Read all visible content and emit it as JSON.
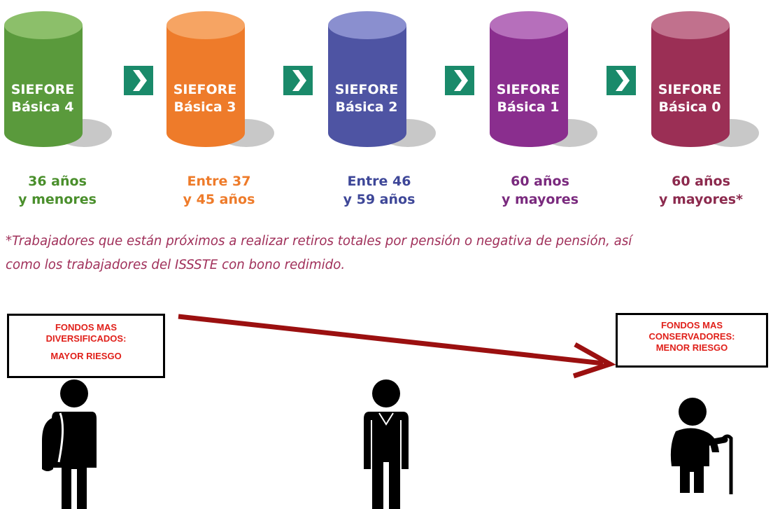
{
  "funds": [
    {
      "line1": "SIEFORE",
      "line2": "Básica 4",
      "color": "#5a9a3c",
      "top_color": "#8cbf6a",
      "age_line1": "36 años",
      "age_line2": "y menores",
      "age_color": "#4a8f2c"
    },
    {
      "line1": "SIEFORE",
      "line2": "Básica 3",
      "color": "#ee7b2a",
      "top_color": "#f6a463",
      "age_line1": "Entre 37",
      "age_line2": "y 45 años",
      "age_color": "#ee7b2a"
    },
    {
      "line1": "SIEFORE",
      "line2": "Básica 2",
      "color": "#4e54a3",
      "top_color": "#8a8fcf",
      "age_line1": "Entre 46",
      "age_line2": "y 59 años",
      "age_color": "#3e4798"
    },
    {
      "line1": "SIEFORE",
      "line2": "Básica 1",
      "color": "#8a2e8e",
      "top_color": "#b66fbb",
      "age_line1": "60 años",
      "age_line2": "y mayores",
      "age_color": "#7a2a7e"
    },
    {
      "line1": "SIEFORE",
      "line2": "Básica 0",
      "color": "#9b2f55",
      "top_color": "#c1718d",
      "age_line1": "60 años",
      "age_line2": "y mayores*",
      "age_color": "#8c2a4e"
    }
  ],
  "arrow_color": "#1a8a6a",
  "footnote_line1": "*Trabajadores que están próximos a realizar retiros totales por pensión o negativa de pensión, así",
  "footnote_line2": "como los trabajadores del ISSSTE con bono redimido.",
  "left_box": {
    "line1": "FONDOS MAS",
    "line2": "DIVERSIFICADOS:",
    "line3": "MAYOR RIESGO"
  },
  "right_box": {
    "line1": "FONDOS MAS",
    "line2": "CONSERVADORES:",
    "line3": "MENOR RIESGO"
  },
  "risk_arrow_color": "#9b1010",
  "figures": [
    "young-person-with-backpack-icon",
    "adult-person-icon",
    "elderly-person-with-cane-icon"
  ]
}
